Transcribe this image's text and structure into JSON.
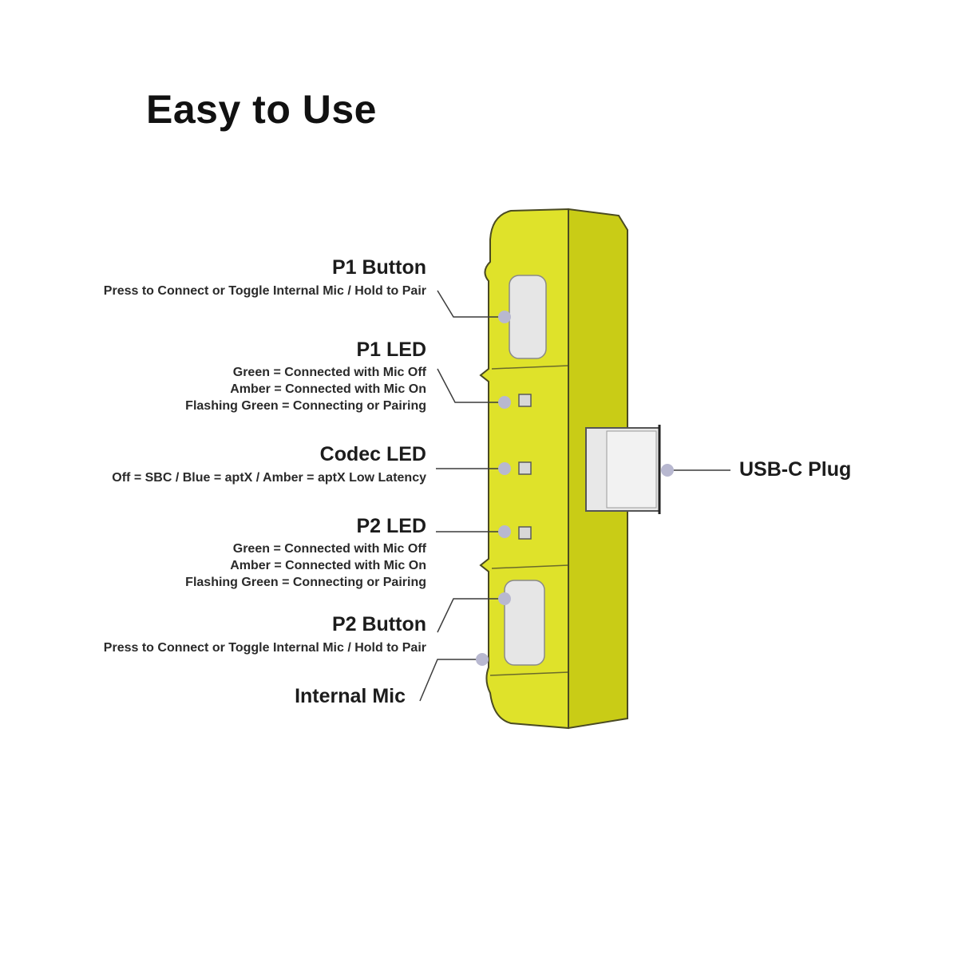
{
  "title": "Easy to Use",
  "colors": {
    "body_front": "#dfe22a",
    "body_side": "#c9cc16",
    "outline": "#4a4a22",
    "control": "#e6e6e6",
    "leader_dot": "#b8b8d0",
    "leader_line": "#3c3c3c"
  },
  "callouts": {
    "p1_button": {
      "heading": "P1 Button",
      "desc": "Press to Connect or Toggle Internal Mic / Hold to Pair"
    },
    "p1_led": {
      "heading": "P1 LED",
      "lines": [
        "Green = Connected with Mic Off",
        "Amber = Connected with Mic On",
        "Flashing Green = Connecting or Pairing"
      ]
    },
    "codec_led": {
      "heading": "Codec LED",
      "desc": "Off = SBC / Blue = aptX / Amber = aptX Low Latency"
    },
    "p2_led": {
      "heading": "P2 LED",
      "lines": [
        "Green = Connected with Mic Off",
        "Amber = Connected with Mic On",
        "Flashing Green = Connecting or Pairing"
      ]
    },
    "p2_button": {
      "heading": "P2 Button",
      "desc": "Press to Connect or Toggle Internal Mic / Hold to Pair"
    },
    "internal_mic": {
      "heading": "Internal Mic"
    },
    "usb_c_plug": {
      "heading": "USB-C Plug"
    }
  }
}
